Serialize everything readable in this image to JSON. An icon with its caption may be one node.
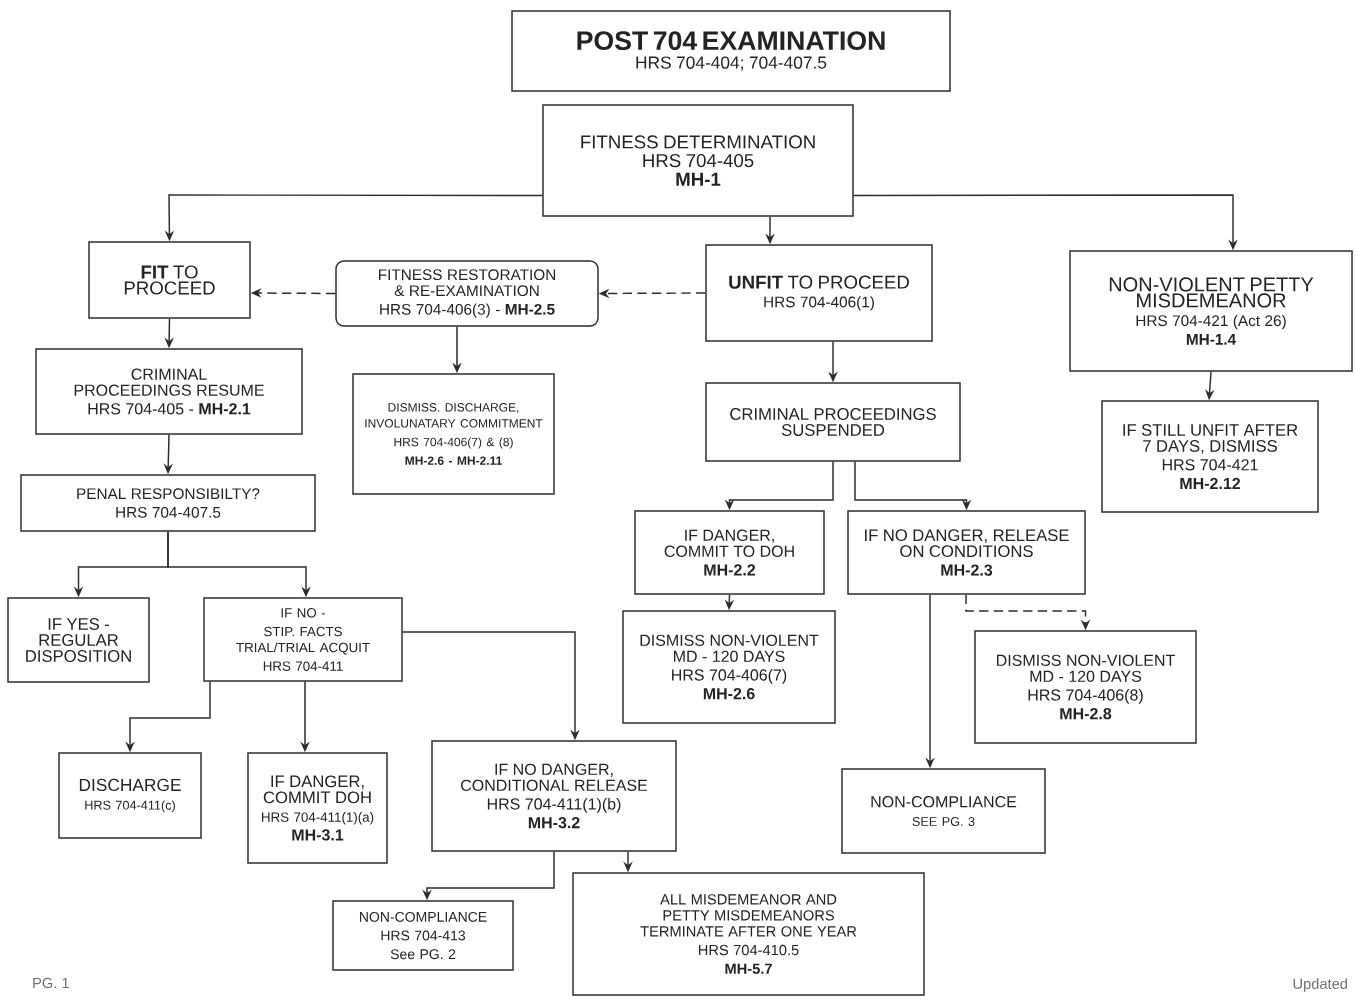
{
  "diagram": {
    "nodes": [
      {
        "text": [
          "POST 704 EXAMINATION",
          "HRS 704-404; 704-407.5"
        ]
      },
      {
        "text": [
          "FITNESS DETERMINATION",
          "HRS 704-405",
          "MH-1"
        ]
      },
      {
        "text": [
          "**FIT** TO PROCEED"
        ]
      },
      {
        "text": [
          "FITNESS RESTORATION & RE-EXAMINATION",
          "HRS 704-406(3) - **MH-2.5**"
        ]
      },
      {
        "text": [
          "**UNFIT** TO PROCEED",
          "HRS 704-406(1)"
        ]
      },
      {
        "text": [
          "NON-VIOLENT PETTY MISDEMEANOR",
          "HRS 704-421 (Act 26)",
          "MH-1.4"
        ]
      },
      {
        "text": [
          "CRIMINAL PROCEEDINGS RESUME",
          "HRS 704-405 - **MH-2.1**"
        ]
      },
      {
        "text": [
          "DISMISS. DISCHARGE, INVOLUNATARY COMMITMENT",
          "HRS 704-406(7) & (8)",
          "MH-2.6 - MH-2.11"
        ]
      },
      {
        "text": [
          "CRIMINAL PROCEEDINGS SUSPENDED"
        ]
      },
      {
        "text": [
          "IF STILL UNFIT AFTER 7 DAYS, DISMISS",
          "HRS 704-421",
          "MH-2.12"
        ]
      },
      {
        "text": [
          "PENAL RESPONSIBILTY?",
          "HRS 704-407.5"
        ]
      },
      {
        "text": [
          "IF DANGER, COMMIT TO DOH",
          "MH-2.2"
        ]
      },
      {
        "text": [
          "IF NO DANGER, RELEASE ON CONDITIONS",
          "MH-2.3"
        ]
      },
      {
        "text": [
          "IF YES - REGULAR DISPOSITION"
        ]
      },
      {
        "text": [
          "IF NO -",
          "STIP. FACTS TRIAL/TRIAL ACQUIT",
          "HRS 704-411"
        ]
      },
      {
        "text": [
          "DISMISS NON-VIOLENT MD - 120 DAYS",
          "HRS 704-406(7)",
          "MH-2.6"
        ]
      },
      {
        "text": [
          "DISMISS NON-VIOLENT MD - 120 DAYS",
          "HRS 704-406(8)",
          "MH-2.8"
        ]
      },
      {
        "text": [
          "DISCHARGE",
          "HRS 704-411(c)"
        ]
      },
      {
        "text": [
          "IF DANGER, COMMIT DOH",
          "HRS 704-411(1)(a)",
          "MH-3.1"
        ]
      },
      {
        "text": [
          "IF NO DANGER, CONDITIONAL RELEASE",
          "HRS 704-411(1)(b)",
          "MH-3.2"
        ]
      },
      {
        "text": [
          "NON-COMPLIANCE",
          "SEE PG. 3"
        ]
      },
      {
        "text": [
          "NON-COMPLIANCE",
          "HRS 704-413",
          "See PG. 2"
        ]
      },
      {
        "text": [
          "ALL MISDEMEANOR AND PETTY MISDEMEANORS TERMINATE AFTER ONE YEAR",
          "HRS 704-410.5",
          "MH-5.7"
        ]
      }
    ],
    "edges": [
      {
        "from": 1,
        "to": 2,
        "arrow": "to"
      },
      {
        "from": 1,
        "to": 4,
        "arrow": "to"
      },
      {
        "from": 1,
        "to": 5,
        "arrow": "to"
      },
      {
        "from": 4,
        "to": 3,
        "arrow": "to",
        "style": "dashed"
      },
      {
        "from": 3,
        "to": 2,
        "arrow": "to",
        "style": "dashed"
      },
      {
        "from": 3,
        "to": 7,
        "arrow": "to"
      },
      {
        "from": 2,
        "to": 6,
        "arrow": "to"
      },
      {
        "from": 6,
        "to": 10,
        "arrow": "to"
      },
      {
        "from": 10,
        "to": 13,
        "arrow": "to"
      },
      {
        "from": 10,
        "to": 14,
        "arrow": "to"
      },
      {
        "from": 4,
        "to": 8,
        "arrow": "to"
      },
      {
        "from": 8,
        "to": 11,
        "arrow": "to"
      },
      {
        "from": 8,
        "to": 12,
        "arrow": "to"
      },
      {
        "from": 5,
        "to": 9,
        "arrow": "to"
      },
      {
        "from": 11,
        "to": 15,
        "arrow": "to"
      },
      {
        "from": 12,
        "to": 16,
        "arrow": "to",
        "style": "dashed"
      },
      {
        "from": 12,
        "to": 20,
        "arrow": "to"
      },
      {
        "from": 14,
        "to": 17,
        "arrow": "to"
      },
      {
        "from": 14,
        "to": 18,
        "arrow": "to"
      },
      {
        "from": 14,
        "to": 19,
        "arrow": "to"
      },
      {
        "from": 19,
        "to": 21,
        "arrow": "to"
      },
      {
        "from": 19,
        "to": 22,
        "arrow": "to"
      }
    ],
    "labels": [
      "PG. 1",
      "Updated"
    ]
  }
}
